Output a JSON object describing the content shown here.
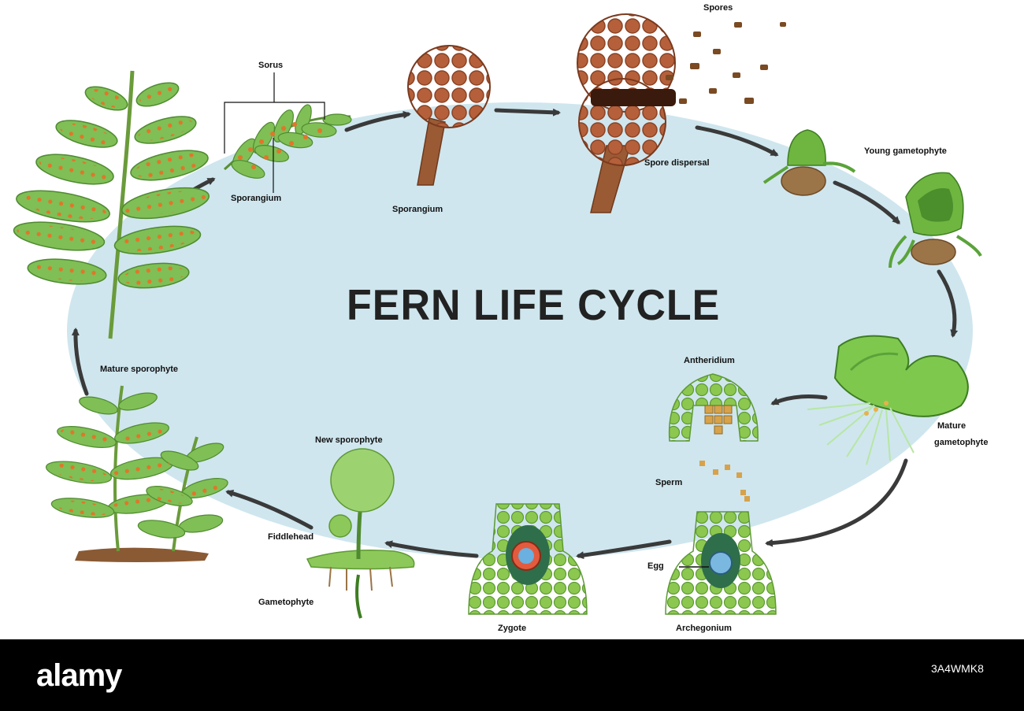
{
  "title": "FERN LIFE CYCLE",
  "labels": {
    "sorus": "Sorus",
    "sporangium_leaf": "Sporangium",
    "sporangium": "Sporangium",
    "spores_top": "Spores",
    "spore_dispersal": "Spore dispersal",
    "young_gametophyte": "Young gametophyte",
    "mature_gametophyte_1": "Mature",
    "mature_gametophyte_2": "gametophyte",
    "antheridium": "Antheridium",
    "sperm": "Sperm",
    "egg": "Egg",
    "archegonium": "Archegonium",
    "zygote": "Zygote",
    "new_sporophyte": "New sporophyte",
    "fiddlehead": "Fiddlehead",
    "gametophyte": "Gametophyte",
    "mature_sporophyte": "Mature sporophyte"
  },
  "footer": {
    "brand": "alamy",
    "image_id": "3A4WMK8",
    "watermark": "alamy"
  },
  "colors": {
    "background_oval": "#cfe6ee",
    "arrow": "#3a3a3a",
    "fern_green": "#5aa84a",
    "sori_orange": "#e0762a",
    "sporangium_brown": "#a6532e",
    "gametophyte_green": "#7dbf4a",
    "footer_bg": "#000000"
  }
}
